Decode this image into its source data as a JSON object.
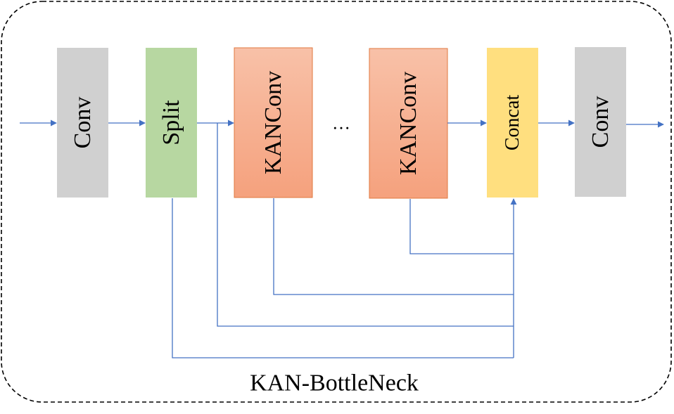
{
  "title": "KAN-BottleNeck",
  "ellipsis": "…",
  "colors": {
    "conv": "#d0d0d0",
    "split": "#b7d7a1",
    "kanconv_top": "#f8c1a8",
    "kanconv_bottom": "#f5a17d",
    "kanconv_border": "#e0783f",
    "concat": "#ffdf7f",
    "arrow": "#4472c4",
    "frame": "#000000"
  },
  "blocks": {
    "conv_in": {
      "label": "Conv"
    },
    "split": {
      "label": "Split"
    },
    "kanconv_1": {
      "label": "KANConv"
    },
    "kanconv_n": {
      "label": "KANConv"
    },
    "concat": {
      "label": "Concat"
    },
    "conv_out": {
      "label": "Conv"
    }
  }
}
